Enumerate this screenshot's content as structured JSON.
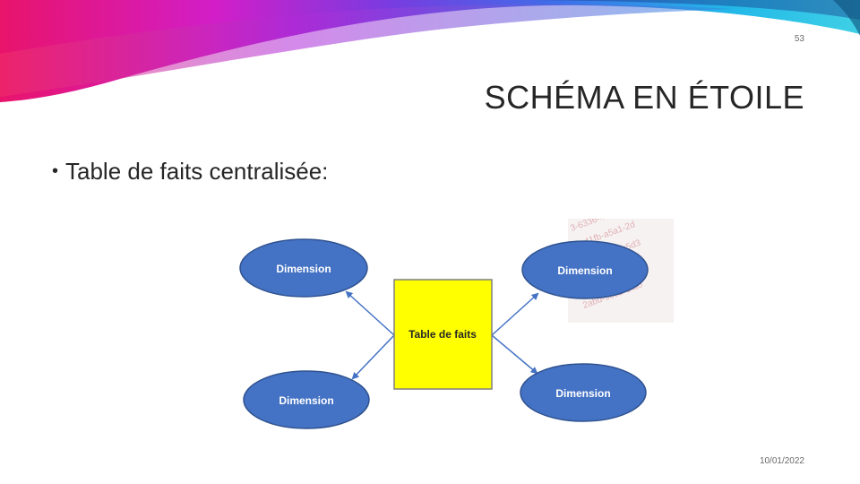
{
  "slide": {
    "number": "53",
    "title": "SCHÉMA EN ÉTOILE",
    "bullet": "Table de faits centralisée:",
    "date": "10/01/2022"
  },
  "diagram": {
    "center_label": "Table de faits",
    "dimension_labels": [
      "Dimension",
      "Dimension",
      "Dimension",
      "Dimension"
    ],
    "colors": {
      "dimension_fill": "#4472C4",
      "dimension_stroke": "#2F528F",
      "fact_fill": "#FFFF00",
      "fact_stroke": "#7F7F7F",
      "arrow": "#4472C4"
    }
  }
}
